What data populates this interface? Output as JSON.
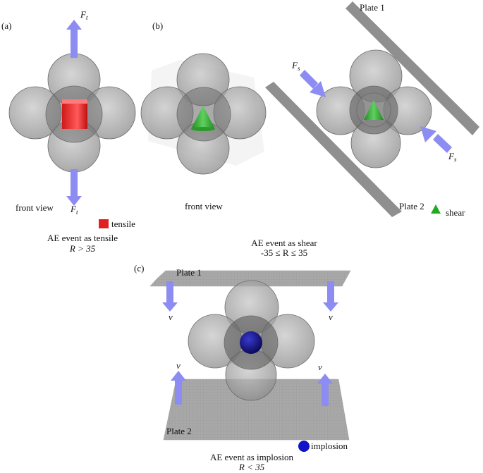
{
  "panels": {
    "a": {
      "tag": "(a)",
      "force": "F",
      "force_sub": "t",
      "view": "front view",
      "legend": "tensile",
      "caption": "AE event as tensile",
      "condition": "R > 35",
      "event_color": "#e02020"
    },
    "b": {
      "tag": "(b)",
      "view": "front view",
      "plate_top": "Plate 1",
      "plate_bottom": "Plate 2",
      "force": "F",
      "force_sub": "s",
      "legend": "shear",
      "caption": "AE event as shear",
      "condition": "-35 ≤ R ≤ 35",
      "event_color": "#22aa22"
    },
    "c": {
      "tag": "(c)",
      "plate_top": "Plate 1",
      "plate_bottom": "Plate 2",
      "velocity": "v",
      "legend": "implosion",
      "caption": "AE event as implosion",
      "condition": "R < 35",
      "event_color": "#1a1aa8"
    }
  },
  "colors": {
    "sphere": "#b0b0b0",
    "sphere_overlap": "#7a7a7a",
    "arrow": "#8c8cf2",
    "plate": "#9c9c9c"
  }
}
